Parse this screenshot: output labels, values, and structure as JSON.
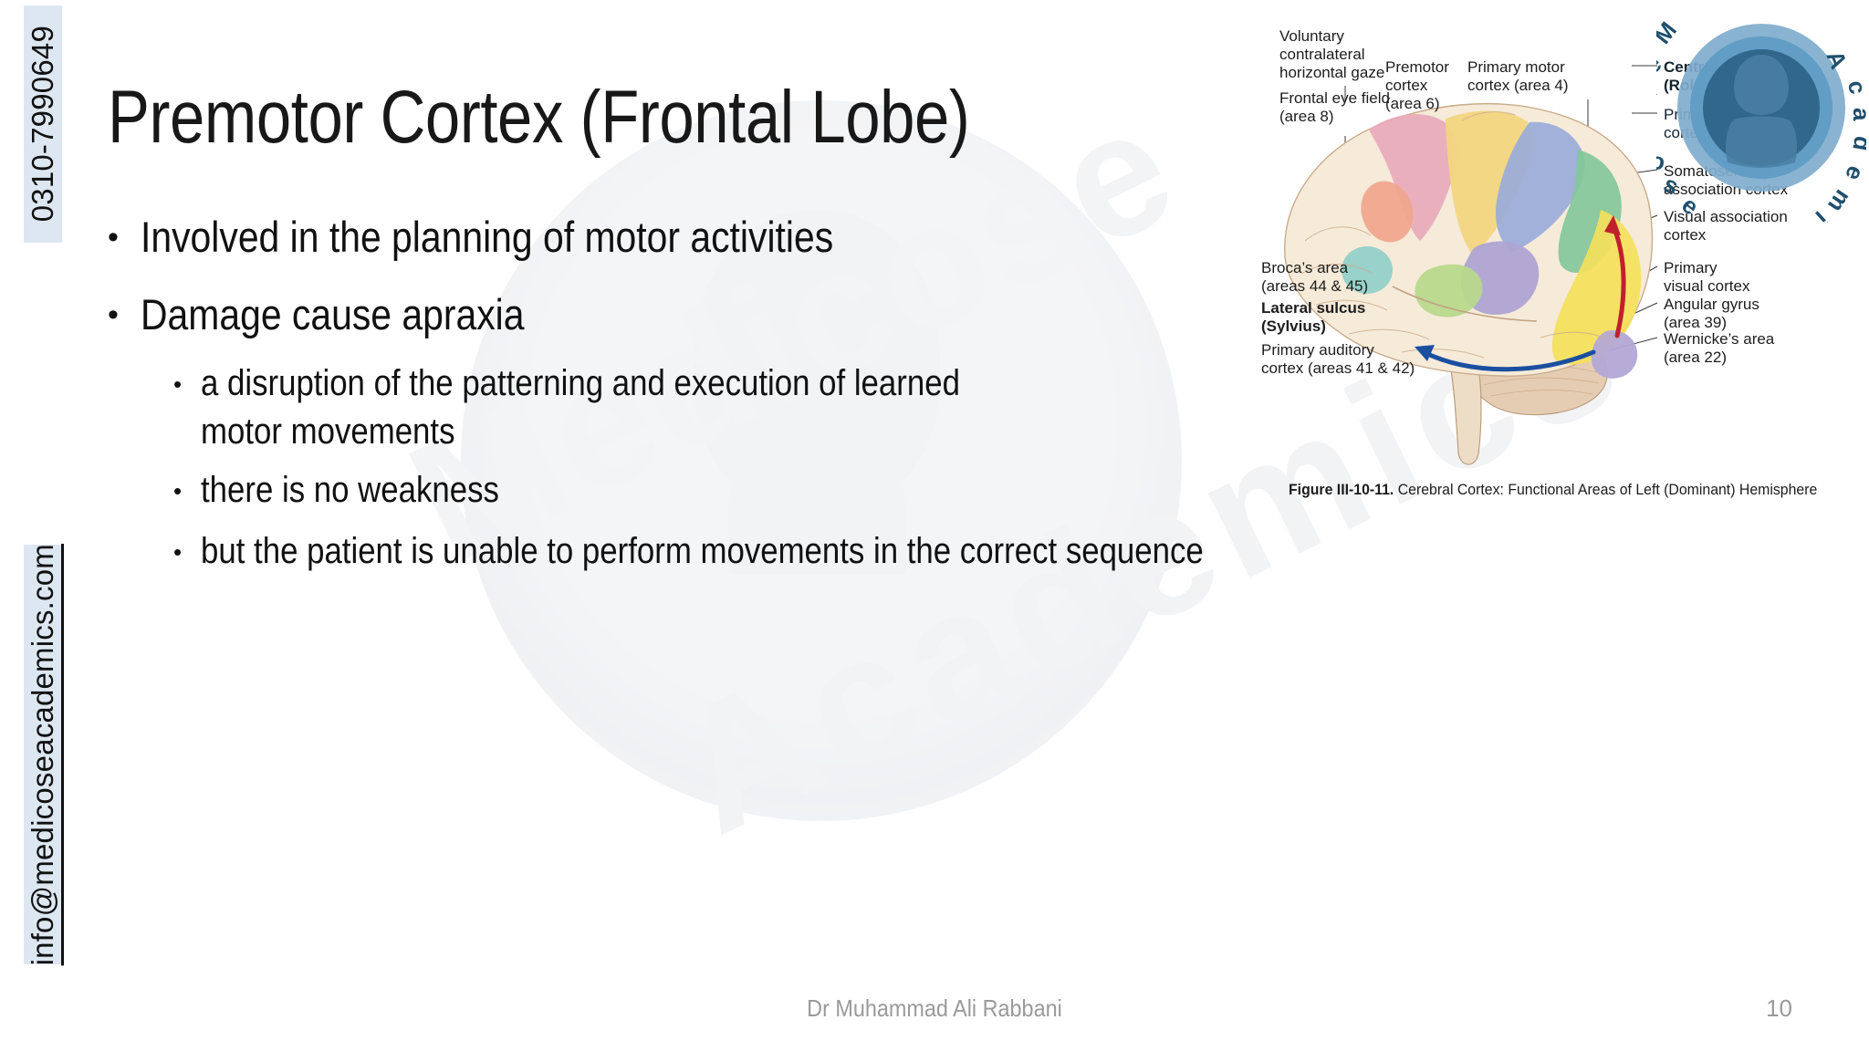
{
  "slide": {
    "title": "Premotor Cortex (Frontal Lobe)",
    "page_number": "10",
    "author": "Dr Muhammad Ali Rabbani",
    "background_color": "#ffffff",
    "accent_color": "#dde7f2"
  },
  "side_strips": {
    "phone": "0310-7990649",
    "email": "info@medicoseacademics.com"
  },
  "watermark": {
    "line1": "Medicose",
    "line2": "Academics"
  },
  "brand_logo": {
    "text": "Medicose Academics",
    "ring_color": "#5f9cc4",
    "inner_color": "#2e6384",
    "text_color": "#1f4f6e"
  },
  "bullets": [
    {
      "level": 1,
      "marker": "•",
      "text": "Involved in the planning of motor activities"
    },
    {
      "level": 1,
      "marker": "•",
      "text": "Damage cause apraxia"
    }
  ],
  "sub_bullets": [
    {
      "level": 2,
      "marker": "•",
      "text": "a disruption of the patterning and execution of learned motor movements",
      "wraps": true
    },
    {
      "level": 2,
      "marker": "•",
      "text": "there is no weakness",
      "wraps": false
    },
    {
      "level": 2,
      "marker": "•",
      "text": "but the patient is unable to perform movements in the correct sequence",
      "wraps": false
    }
  ],
  "figure": {
    "caption_figure_number": "Figure III-10-11.",
    "caption_text": " Cerebral Cortex: Functional Areas of Left (Dominant) Hemisphere",
    "labels": {
      "voluntary_gaze": "Voluntary\ncontralateral\nhorizontal gaze",
      "frontal_eye_field": "Frontal eye field\n(area 8)",
      "premotor_cortex": "Premotor\ncortex\n(area 6)",
      "primary_motor_cortex": "Primary motor\ncortex (area 4)",
      "central_sulcus": "Central sulcus\n(Rolando)",
      "primary_somatosensory": "Primary somatosensory\ncortex (areas 3,1,2)",
      "somatosensory_association": "Somatosensory\nassociation cortex",
      "visual_association": "Visual association\ncortex",
      "primary_visual": "Primary\nvisual cortex",
      "angular_gyrus": "Angular gyrus\n(area 39)",
      "wernickes_area": "Wernicke’s area\n(area 22)",
      "brocas_area": "Broca’s area\n(areas 44 & 45)",
      "lateral_sulcus": "Lateral sulcus\n(Sylvius)",
      "primary_auditory": "Primary auditory\ncortex (areas 41 & 42)"
    },
    "region_colors": {
      "cortex_base": "#f6ead9",
      "premotor_pink": "#e8a9bb",
      "frontal_eye_orange": "#f0a78e",
      "primary_motor_yellow": "#f2d681",
      "somatosensory_blue": "#9aacd9",
      "somatosensory_assoc_green": "#84c79a",
      "visual_assoc_yellow": "#f4e05a",
      "primary_visual_purple": "#b3a8d6",
      "wernicke_purple": "#ada4d2",
      "angular_green": "#b8d98b",
      "auditory_teal": "#8fcfc9",
      "cerebellum": "#e5cdb3",
      "arrow_red": "#c0202e",
      "arrow_blue": "#1a4fa0"
    }
  }
}
